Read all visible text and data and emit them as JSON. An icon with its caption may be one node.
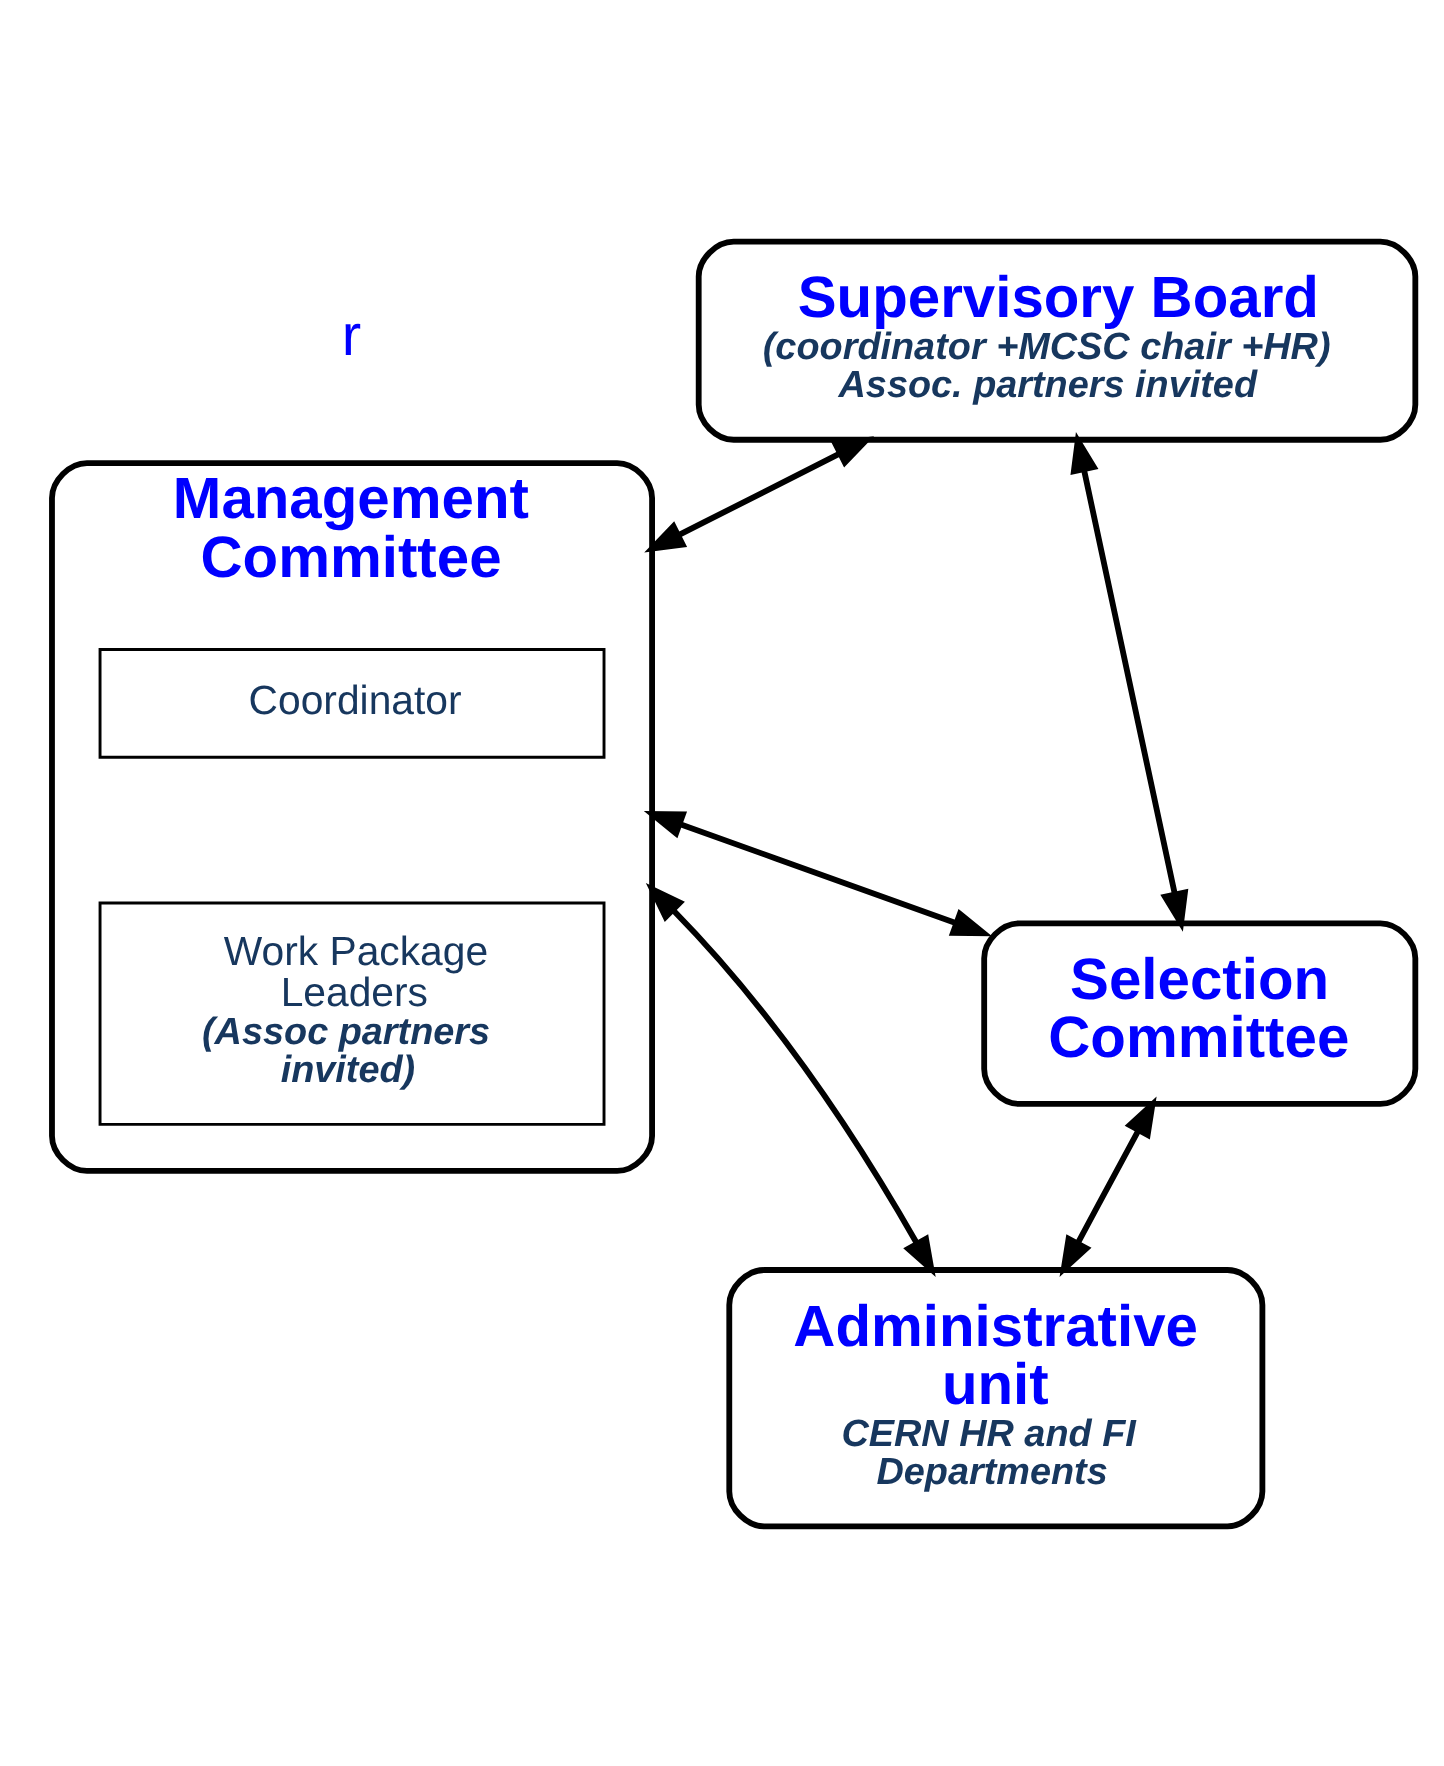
{
  "diagram": {
    "nodes": [
      {
        "text": [
          "Supervisory Board",
          "(coordinator +MCSC chair +HR)",
          "Assoc. partners invited"
        ]
      },
      {
        "text": [
          "Management Committee"
        ]
      },
      {
        "text": [
          "Coordinator"
        ],
        "in": 1
      },
      {
        "text": [
          "Work Package Leaders",
          "(Assoc partners invited)"
        ],
        "in": 1
      },
      {
        "text": [
          "Selection Committee"
        ]
      },
      {
        "text": [
          "Administrative unit",
          "CERN HR and FI Departments"
        ]
      }
    ],
    "edges": [
      {
        "from": 0,
        "to": 1,
        "arrow": "both"
      },
      {
        "from": 0,
        "to": 4,
        "arrow": "both"
      },
      {
        "from": 1,
        "to": 4,
        "arrow": "both"
      },
      {
        "from": 1,
        "to": 5,
        "arrow": "both"
      },
      {
        "from": 4,
        "to": 5,
        "arrow": "both"
      }
    ],
    "labels": [
      "r"
    ]
  }
}
